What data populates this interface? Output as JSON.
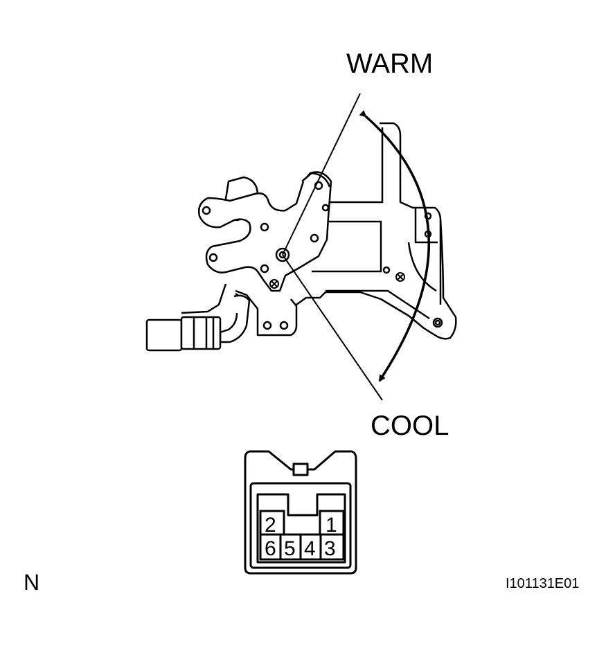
{
  "labels": {
    "warm": "WARM",
    "cool": "COOL",
    "view_letter": "N",
    "figure_code": "I101131E01"
  },
  "connector": {
    "pins_top": [
      "2",
      "1"
    ],
    "pins_bottom": [
      "6",
      "5",
      "4",
      "3"
    ]
  },
  "colors": {
    "ink": "#000000",
    "paper": "#ffffff"
  }
}
